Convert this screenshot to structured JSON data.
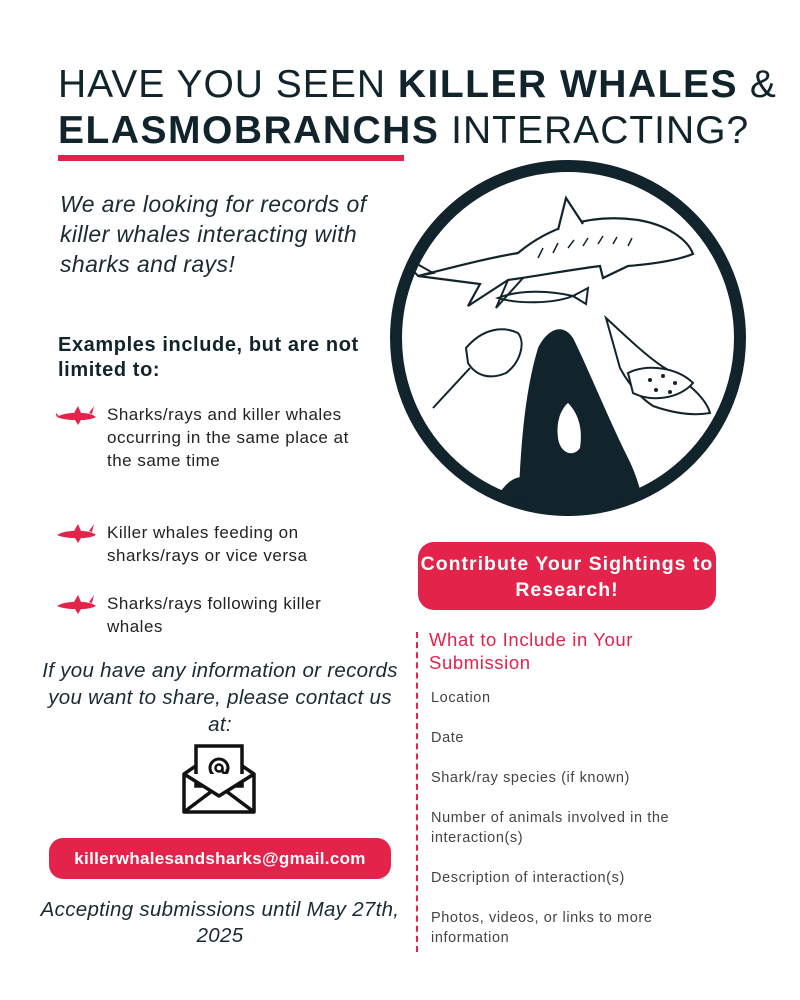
{
  "title": {
    "line1_pre": "HAVE YOU SEEN ",
    "line1_bold": "KILLER WHALES",
    "line1_post": " &",
    "line2_bold": "ELASMOBRANCHS",
    "line2_post": " INTERACTING?"
  },
  "intro": "We are looking for records of killer whales interacting with sharks and rays!",
  "examples": {
    "heading": "Examples include, but are not limited to:",
    "items": [
      "Sharks/rays and killer whales occurring in the same place at the same time",
      "Killer whales feeding on sharks/rays or vice versa",
      "Sharks/rays following killer whales"
    ]
  },
  "contact": {
    "text": "If you have any information or records you want to share, please contact us at:",
    "email": "killerwhalesandsharks@gmail.com",
    "deadline": "Accepting submissions until May 27th, 2025"
  },
  "cta": "Contribute Your Sightings to Research!",
  "include": {
    "heading": "What to Include in Your Submission",
    "items": [
      "Location",
      "Date",
      "Shark/ray species (if known)",
      "Number of animals involved in the interaction(s)",
      "Description of interaction(s)",
      "Photos, videos, or links to more information"
    ]
  },
  "icons": {
    "example_bullet": "shark-icon",
    "email": "envelope-at-icon",
    "illustration": "sharks-rays-orca-illustration"
  },
  "colors": {
    "accent": "#e3234a",
    "dark": "#11242b",
    "white": "#ffffff"
  }
}
